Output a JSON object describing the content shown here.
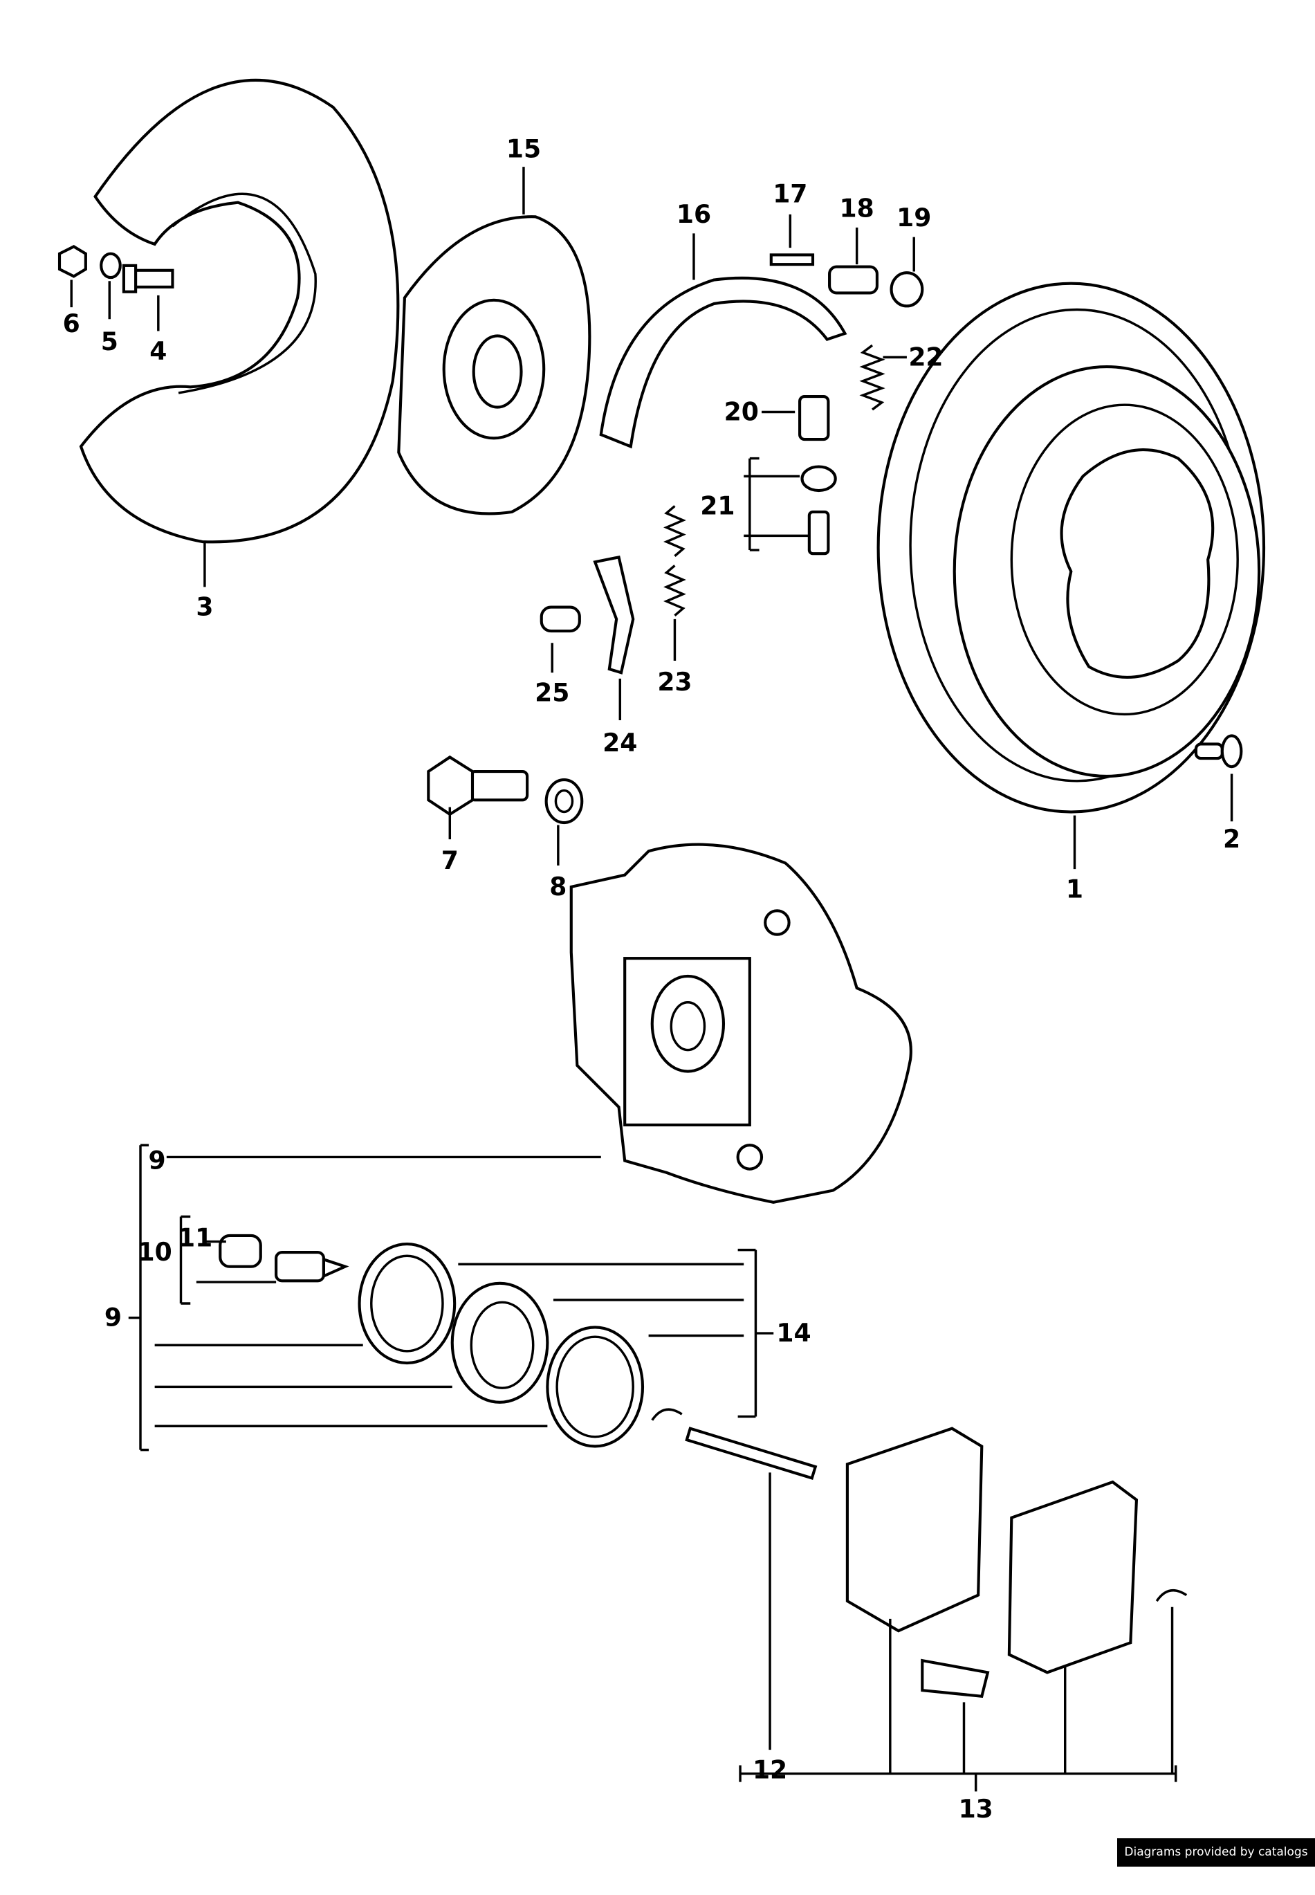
{
  "diagram": {
    "title": "Rear brake assembly exploded view",
    "callouts": {
      "c1": "1",
      "c2": "2",
      "c3": "3",
      "c4": "4",
      "c5": "5",
      "c6": "6",
      "c7": "7",
      "c8": "8",
      "c9a": "9",
      "c9b": "9",
      "c10": "10",
      "c11": "11",
      "c12": "12",
      "c13": "13",
      "c14": "14",
      "c15": "15",
      "c16": "16",
      "c17": "17",
      "c18": "18",
      "c19": "19",
      "c20": "20",
      "c21": "21",
      "c22": "22",
      "c23": "23",
      "c24": "24",
      "c25": "25"
    }
  },
  "credit": "Diagrams provided by catalogs parts"
}
